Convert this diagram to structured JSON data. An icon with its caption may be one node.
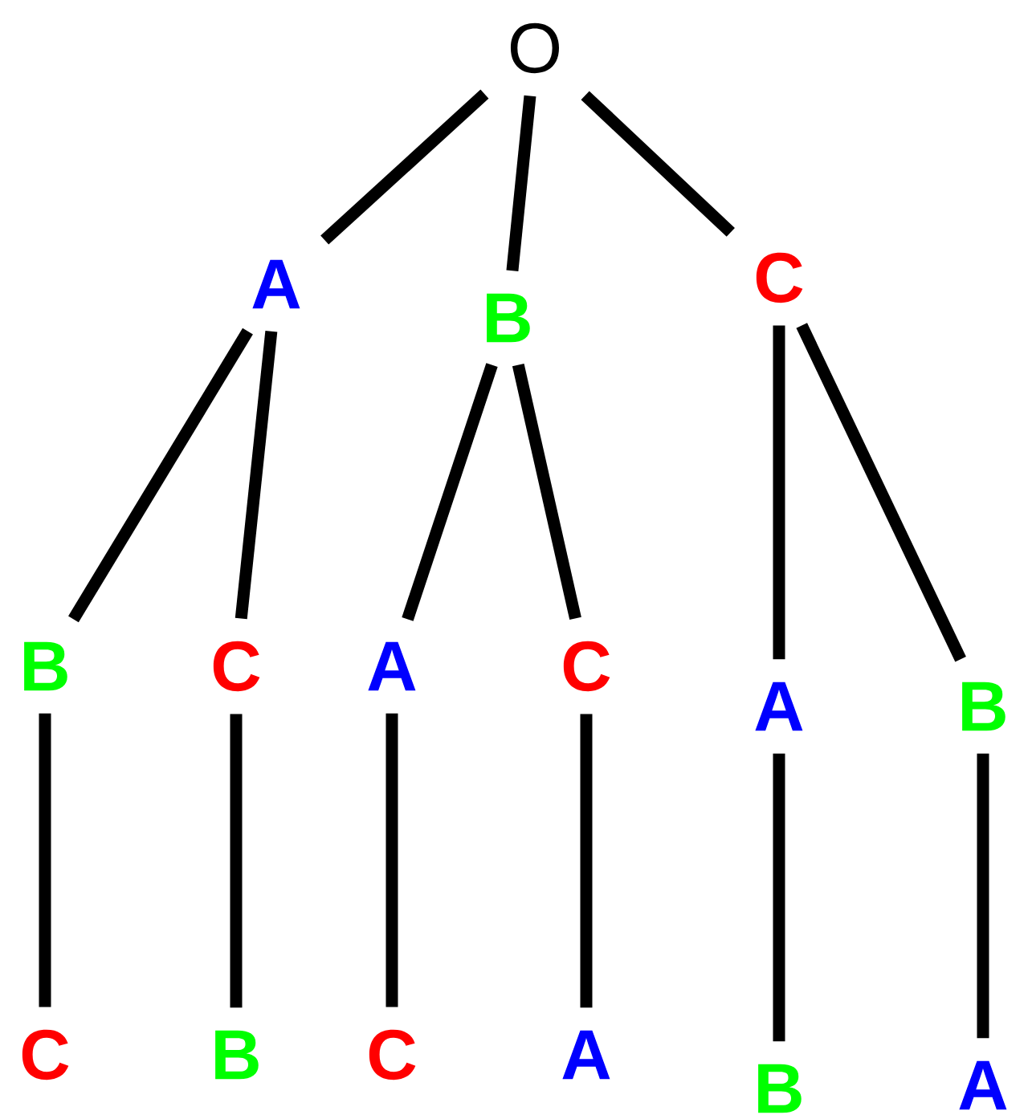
{
  "diagram": {
    "nodes": [
      {
        "text": [
          "O"
        ]
      },
      {
        "text": [
          "A"
        ]
      },
      {
        "text": [
          "B"
        ]
      },
      {
        "text": [
          "C"
        ]
      },
      {
        "text": [
          "B"
        ]
      },
      {
        "text": [
          "C"
        ]
      },
      {
        "text": [
          "A"
        ]
      },
      {
        "text": [
          "C"
        ]
      },
      {
        "text": [
          "A"
        ]
      },
      {
        "text": [
          "B"
        ]
      },
      {
        "text": [
          "C"
        ]
      },
      {
        "text": [
          "B"
        ]
      },
      {
        "text": [
          "C"
        ]
      },
      {
        "text": [
          "A"
        ]
      },
      {
        "text": [
          "B"
        ]
      },
      {
        "text": [
          "A"
        ]
      }
    ],
    "edges": [
      {
        "from": 0,
        "to": 1,
        "arrow": "none"
      },
      {
        "from": 0,
        "to": 2,
        "arrow": "none"
      },
      {
        "from": 0,
        "to": 3,
        "arrow": "none"
      },
      {
        "from": 1,
        "to": 4,
        "arrow": "none"
      },
      {
        "from": 1,
        "to": 5,
        "arrow": "none"
      },
      {
        "from": 2,
        "to": 6,
        "arrow": "none"
      },
      {
        "from": 2,
        "to": 7,
        "arrow": "none"
      },
      {
        "from": 3,
        "to": 8,
        "arrow": "none"
      },
      {
        "from": 3,
        "to": 9,
        "arrow": "none"
      },
      {
        "from": 4,
        "to": 10,
        "arrow": "none"
      },
      {
        "from": 5,
        "to": 11,
        "arrow": "none"
      },
      {
        "from": 6,
        "to": 12,
        "arrow": "none"
      },
      {
        "from": 7,
        "to": 13,
        "arrow": "none"
      },
      {
        "from": 8,
        "to": 14,
        "arrow": "none"
      },
      {
        "from": 9,
        "to": 15,
        "arrow": "none"
      }
    ]
  }
}
